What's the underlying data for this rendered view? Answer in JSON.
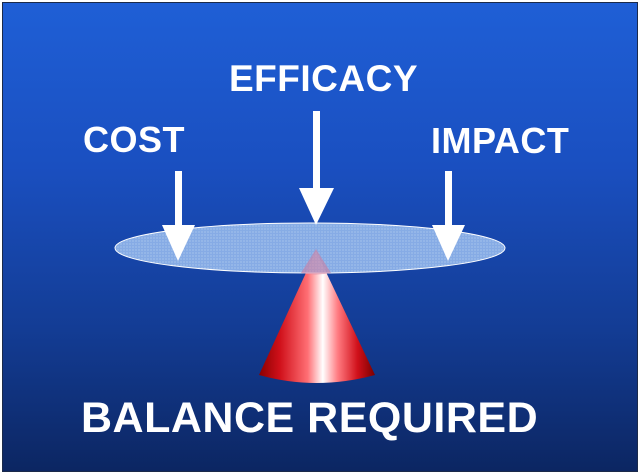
{
  "labels": {
    "efficacy": "EFFICACY",
    "cost": "COST",
    "impact": "IMPACT",
    "balance": "BALANCE REQUIRED"
  },
  "colors": {
    "background_top": "#1f5fd6",
    "background_bottom": "#0c2662",
    "disc": "#9fc0ee",
    "cone": "#e8141c",
    "arrow": "#ffffff",
    "text": "#ffffff"
  }
}
